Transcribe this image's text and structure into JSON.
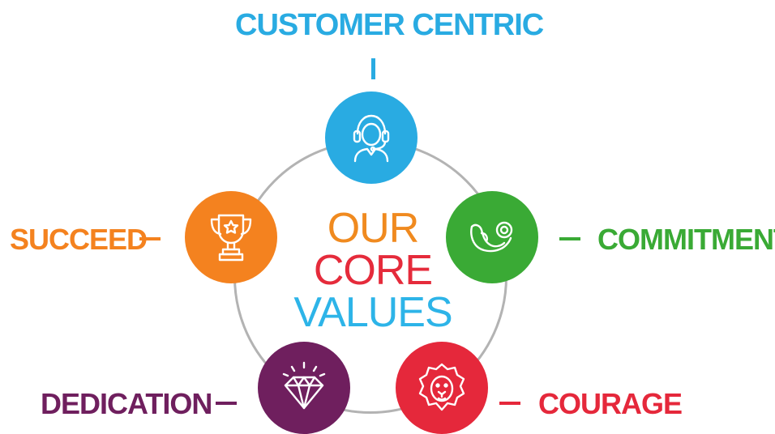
{
  "diagram": {
    "center": {
      "line1": "OUR",
      "line2": "CORE",
      "line3": "VALUES",
      "colors": {
        "line1": "#f08a1f",
        "line2": "#e52b3b",
        "line3": "#2db4e8"
      }
    },
    "values": [
      {
        "label": "CUSTOMER CENTRIC",
        "icon": "headset-agent-icon",
        "color": "#29abe2"
      },
      {
        "label": "COMMITMENT",
        "icon": "flexed-arm-dumbbell-icon",
        "color": "#3aaa35"
      },
      {
        "label": "COURAGE",
        "icon": "lion-icon",
        "color": "#e5283b"
      },
      {
        "label": "DEDICATION",
        "icon": "diamond-icon",
        "color": "#6f1f5e"
      },
      {
        "label": "SUCCEED",
        "icon": "trophy-star-icon",
        "color": "#f4821f"
      }
    ]
  }
}
